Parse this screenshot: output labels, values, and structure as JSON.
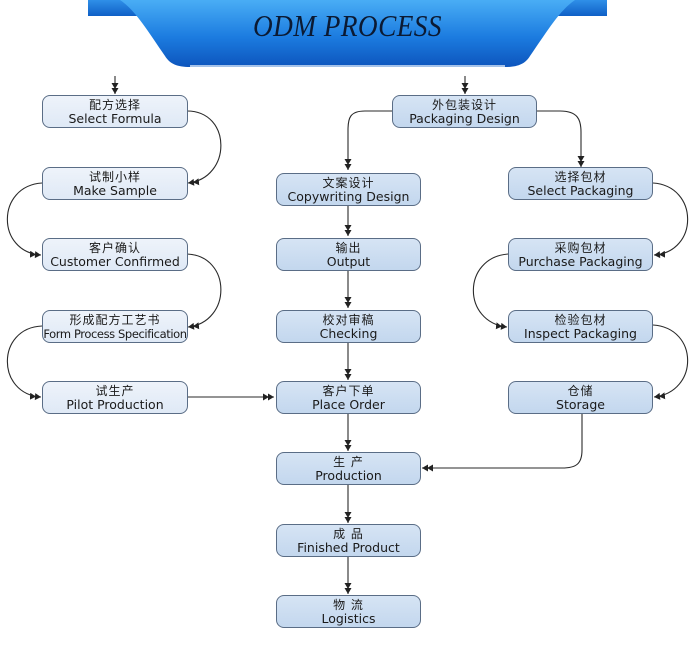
{
  "title": "ODM PROCESS",
  "colors": {
    "banner_top": "#3aa0f0",
    "banner_bottom": "#0f62c8",
    "node_light": "#e4ecf7",
    "node_mid": "#c9dbef",
    "node_border": "#5a6d86",
    "connector": "#222222"
  },
  "columns": {
    "formula": [
      {
        "id": "select-formula",
        "zh": "配方选择",
        "en": "Select Formula"
      },
      {
        "id": "make-sample",
        "zh": "试制小样",
        "en": "Make Sample"
      },
      {
        "id": "customer-confirmed",
        "zh": "客户确认",
        "en": "Customer Confirmed"
      },
      {
        "id": "form-process-specification",
        "zh": "形成配方工艺书",
        "en": "Form Process Specification"
      },
      {
        "id": "pilot-production",
        "zh": "试生产",
        "en": "Pilot Production"
      }
    ],
    "design": [
      {
        "id": "copywriting-design",
        "zh": "文案设计",
        "en": "Copywriting Design"
      },
      {
        "id": "output",
        "zh": "输出",
        "en": "Output"
      },
      {
        "id": "checking",
        "zh": "校对审稿",
        "en": "Checking"
      },
      {
        "id": "place-order",
        "zh": "客户下单",
        "en": "Place Order"
      },
      {
        "id": "production",
        "zh": "生 产",
        "en": "Production"
      },
      {
        "id": "finished-product",
        "zh": "成 品",
        "en": "Finished Product"
      },
      {
        "id": "logistics",
        "zh": "物 流",
        "en": "Logistics"
      }
    ],
    "packaging": [
      {
        "id": "packaging-design",
        "zh": "外包装设计",
        "en": "Packaging Design"
      },
      {
        "id": "select-packaging",
        "zh": "选择包材",
        "en": "Select Packaging"
      },
      {
        "id": "purchase-packaging",
        "zh": "采购包材",
        "en": "Purchase Packaging"
      },
      {
        "id": "inspect-packaging",
        "zh": "检验包材",
        "en": "Inspect Packaging"
      },
      {
        "id": "storage",
        "zh": "仓储",
        "en": "Storage"
      }
    ]
  },
  "edges": [
    [
      "start-left",
      "select-formula"
    ],
    [
      "select-formula",
      "make-sample"
    ],
    [
      "make-sample",
      "customer-confirmed"
    ],
    [
      "customer-confirmed",
      "form-process-specification"
    ],
    [
      "form-process-specification",
      "pilot-production"
    ],
    [
      "pilot-production",
      "place-order"
    ],
    [
      "start-right",
      "packaging-design"
    ],
    [
      "packaging-design",
      "copywriting-design"
    ],
    [
      "packaging-design",
      "select-packaging"
    ],
    [
      "copywriting-design",
      "output"
    ],
    [
      "output",
      "checking"
    ],
    [
      "checking",
      "place-order"
    ],
    [
      "place-order",
      "production"
    ],
    [
      "select-packaging",
      "purchase-packaging"
    ],
    [
      "purchase-packaging",
      "inspect-packaging"
    ],
    [
      "inspect-packaging",
      "storage"
    ],
    [
      "storage",
      "production"
    ],
    [
      "production",
      "finished-product"
    ],
    [
      "finished-product",
      "logistics"
    ]
  ]
}
